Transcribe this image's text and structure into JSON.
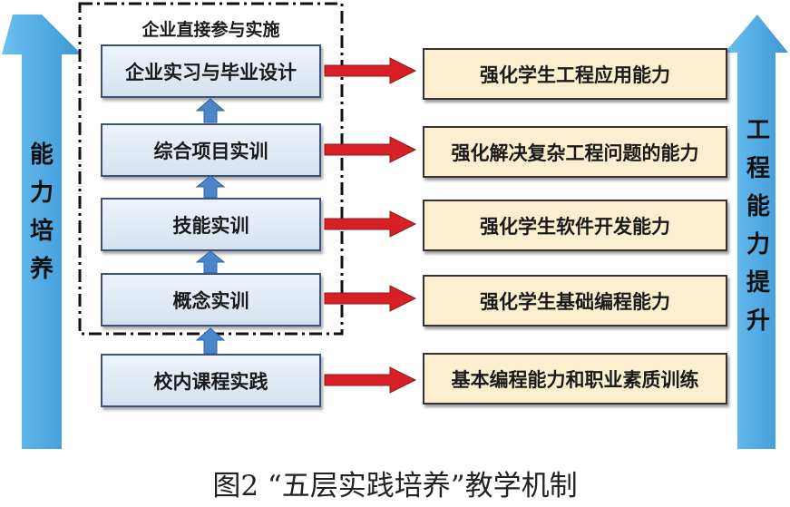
{
  "left_axis_label": "能力培养",
  "right_axis_label": "工程能力提升",
  "group_title": "企业直接参与实施",
  "stages": [
    {
      "name": "企业实习与毕业设计",
      "goal": "强化学生工程应用能力"
    },
    {
      "name": "综合项目实训",
      "goal": "强化解决复杂工程问题的能力"
    },
    {
      "name": "技能实训",
      "goal": "强化学生软件开发能力"
    },
    {
      "name": "概念实训",
      "goal": "强化学生基础编程能力"
    },
    {
      "name": "校内课程实践",
      "goal": "基本编程能力和职业素质训练"
    }
  ],
  "caption": "图2 “五层实践培养”教学机制",
  "colors": {
    "axis_arrow": "#5aaee6",
    "stage_box": "#dde6f3",
    "goal_box": "#fcefcf",
    "connector_arrow": "#d81f26",
    "up_arrow": "#4b87c8"
  }
}
